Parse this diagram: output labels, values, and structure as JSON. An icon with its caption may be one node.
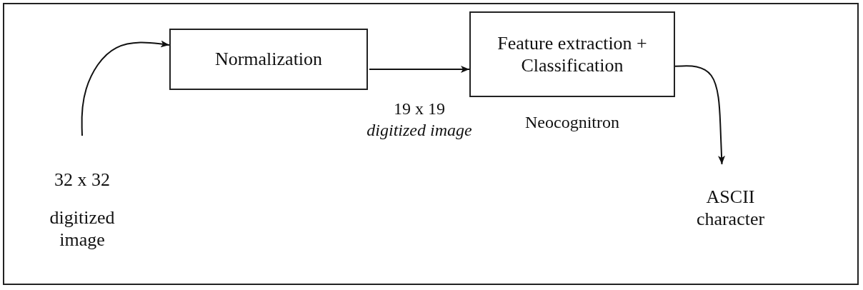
{
  "diagram": {
    "nodes": [
      {
        "text": [
          "32 x 32",
          "digitized image"
        ]
      },
      {
        "text": [
          "Normalization"
        ]
      },
      {
        "text": [
          "Feature extraction + Classification"
        ],
        "beside": [
          "Neocognitron"
        ]
      },
      {
        "text": [
          "ASCII character"
        ]
      }
    ],
    "edges": [
      {
        "from": 0,
        "to": 1,
        "arrow": "to"
      },
      {
        "from": 1,
        "to": 2,
        "arrow": "to",
        "label": "19 x 19 *digitized image*"
      },
      {
        "from": 2,
        "to": 3,
        "arrow": "to"
      }
    ]
  }
}
